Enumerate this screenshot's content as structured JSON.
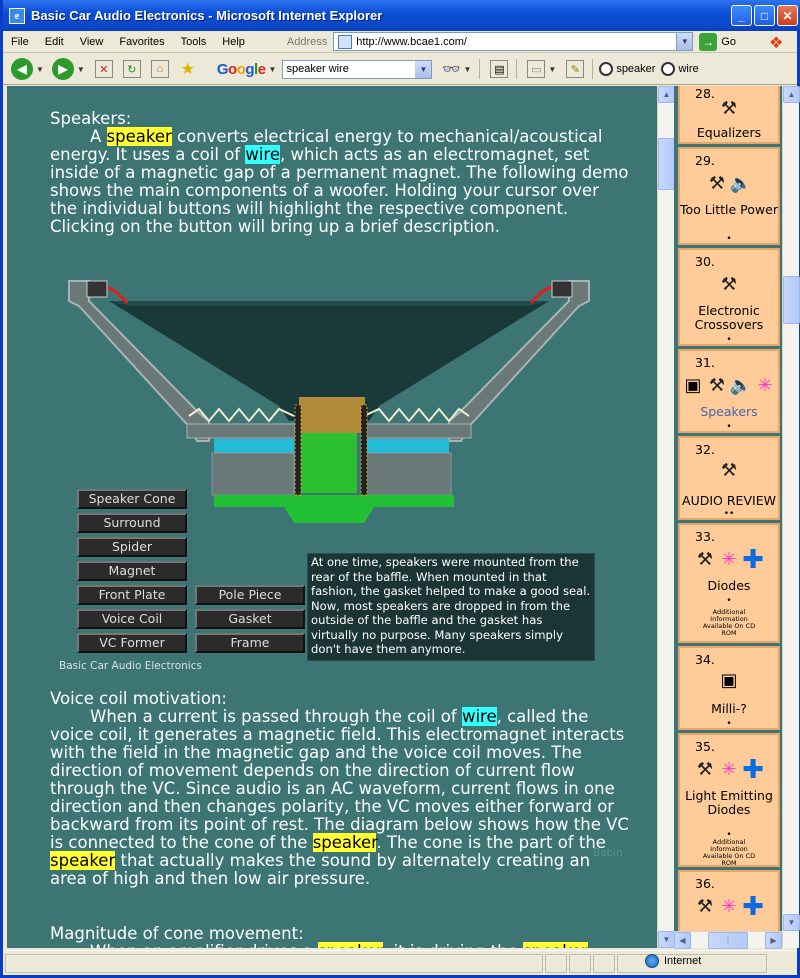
{
  "window": {
    "title": "Basic Car Audio Electronics - Microsoft Internet Explorer"
  },
  "menubar": {
    "items": [
      "File",
      "Edit",
      "View",
      "Favorites",
      "Tools",
      "Help"
    ],
    "address_label": "Address",
    "address_url": "http://www.bcae1.com/",
    "go_label": "Go"
  },
  "toolbar": {
    "google_logo": "Google",
    "search_value": "speaker wire",
    "highlight_terms": [
      "speaker",
      "wire"
    ]
  },
  "content": {
    "speakers_heading": "Speakers:",
    "para1_a": "A ",
    "para1_hl1": "speaker",
    "para1_b": " converts electrical energy to mechanical/acoustical energy. It uses a coil of ",
    "para1_hl2": "wire",
    "para1_c": ", which acts as an electromagnet, set inside of a magnetic gap of a permanent magnet. The following demo shows the main components of a woofer. Holding your cursor over the individual buttons will highlight the respective component. Clicking on the button will bring up a brief description.",
    "diagram_buttons": [
      "Speaker Cone",
      "Surround",
      "Spider",
      "Magnet",
      "Front Plate",
      "Voice Coil",
      "VC Former",
      "Pole Piece",
      "Gasket",
      "Frame"
    ],
    "diagram_description": "At one time, speakers were mounted from the rear of the baffle. When mounted in that fashion, the gasket helped to make a good seal. Now, most speakers are dropped in from the outside of the baffle and the gasket has virtually no purpose. Many speakers simply don't have them anymore.",
    "diagram_credit": "Basic Car Audio Electronics",
    "vc_heading": "Voice coil motivation:",
    "para2_a": "When a current is passed through the coil of ",
    "para2_hl1": "wire",
    "para2_b": ", called the voice coil, it generates a magnetic field. This electromagnet interacts with the field in the magnetic gap and the voice coil moves. The direction of movement depends on the direction of current flow through the VC. Since audio is an AC waveform, current flows in one direction and then changes polarity, the VC moves either forward or backward from its point of rest. The diagram below shows how the VC is connected to the cone of the ",
    "para2_hl2": "speaker",
    "para2_c": ". The cone is the part of the ",
    "para2_hl3": "speaker",
    "para2_d": " that actually makes the sound by alternately creating an area of high and then low air pressure.",
    "watermark": "Babin",
    "mag_heading": "Magnitude of cone movement:"
  },
  "nav": [
    {
      "num": "28.",
      "label": "Equalizers",
      "dots": ""
    },
    {
      "num": "29.",
      "label": "Too Little Power",
      "dots": "•"
    },
    {
      "num": "30.",
      "label": "Electronic Crossovers",
      "dots": "•"
    },
    {
      "num": "31.",
      "label": "Speakers",
      "dots": "•"
    },
    {
      "num": "32.",
      "label": "AUDIO REVIEW",
      "dots": "••"
    },
    {
      "num": "33.",
      "label": "Diodes",
      "dots": "•",
      "extra": "Additional Information Available On CD ROM"
    },
    {
      "num": "34.",
      "label": "Milli-?",
      "dots": "•"
    },
    {
      "num": "35.",
      "label": "Light Emitting Diodes",
      "dots": "•",
      "extra": "Additional Information Available On CD ROM"
    },
    {
      "num": "36.",
      "label": "",
      "dots": ""
    }
  ],
  "status": {
    "zone": "Internet"
  },
  "colors": {
    "page_bg": "#3d7575",
    "nav_bg": "#ffcc99",
    "highlight_speaker": "#ffff33",
    "highlight_wire": "#33ffff"
  },
  "icons": [
    "back-arrow-icon",
    "forward-arrow-icon",
    "stop-icon",
    "refresh-icon",
    "home-icon",
    "favorites-star-icon",
    "globe-icon",
    "tool-icon",
    "speaker-icon",
    "plus-icon",
    "spark-icon"
  ]
}
